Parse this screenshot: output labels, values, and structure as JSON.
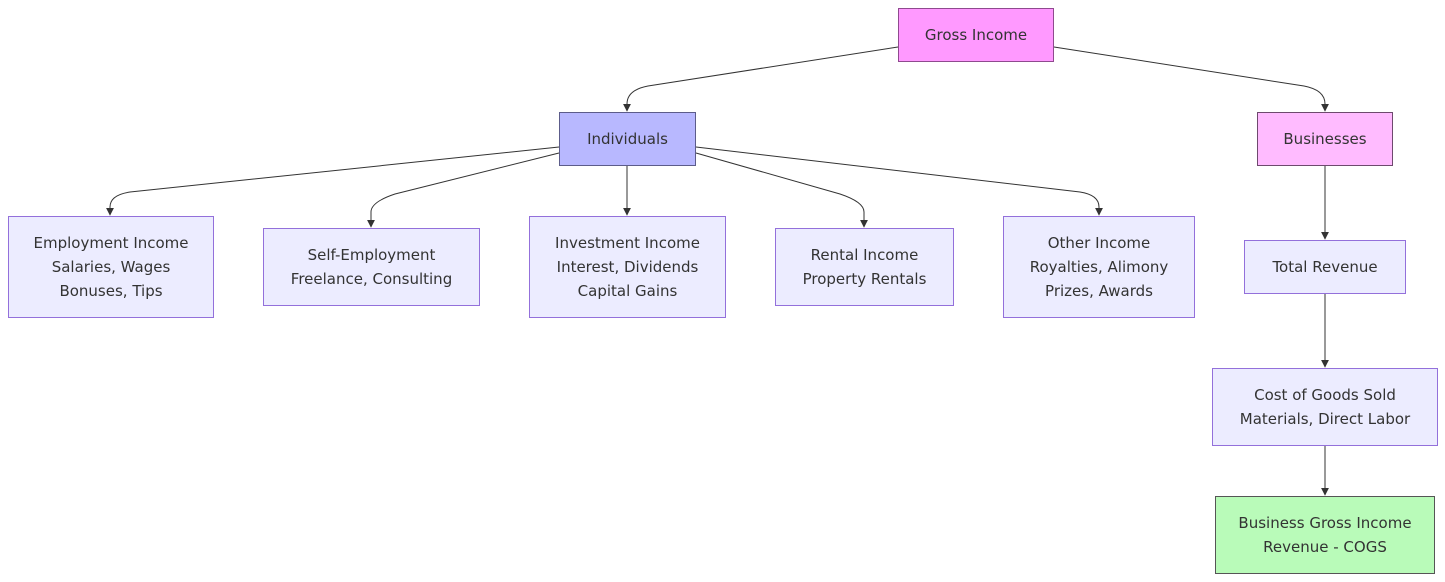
{
  "nodes": {
    "gross_income": {
      "lines": [
        "Gross Income"
      ]
    },
    "individuals": {
      "lines": [
        "Individuals"
      ]
    },
    "businesses": {
      "lines": [
        "Businesses"
      ]
    },
    "employment_income": {
      "lines": [
        "Employment Income",
        "Salaries, Wages",
        "Bonuses, Tips"
      ]
    },
    "self_employment": {
      "lines": [
        "Self-Employment",
        "Freelance, Consulting"
      ]
    },
    "investment_income": {
      "lines": [
        "Investment Income",
        "Interest, Dividends",
        "Capital Gains"
      ]
    },
    "rental_income": {
      "lines": [
        "Rental Income",
        "Property Rentals"
      ]
    },
    "other_income": {
      "lines": [
        "Other Income",
        "Royalties, Alimony",
        "Prizes, Awards"
      ]
    },
    "total_revenue": {
      "lines": [
        "Total Revenue"
      ]
    },
    "cogs": {
      "lines": [
        "Cost of Goods Sold",
        "Materials, Direct Labor"
      ]
    },
    "business_gross_income": {
      "lines": [
        "Business Gross Income",
        "Revenue - COGS"
      ]
    }
  },
  "edges": [
    {
      "from": "gross_income",
      "to": "individuals"
    },
    {
      "from": "gross_income",
      "to": "businesses"
    },
    {
      "from": "individuals",
      "to": "employment_income"
    },
    {
      "from": "individuals",
      "to": "self_employment"
    },
    {
      "from": "individuals",
      "to": "investment_income"
    },
    {
      "from": "individuals",
      "to": "rental_income"
    },
    {
      "from": "individuals",
      "to": "other_income"
    },
    {
      "from": "businesses",
      "to": "total_revenue"
    },
    {
      "from": "total_revenue",
      "to": "cogs"
    },
    {
      "from": "cogs",
      "to": "business_gross_income"
    }
  ],
  "colors": {
    "root_fill": "#ff99ff",
    "individuals_fill": "#b8b8ff",
    "businesses_fill": "#ffbbff",
    "default_fill": "#ececff",
    "default_stroke": "#9370db",
    "result_fill": "#b9fbb9",
    "edge": "#333333"
  }
}
